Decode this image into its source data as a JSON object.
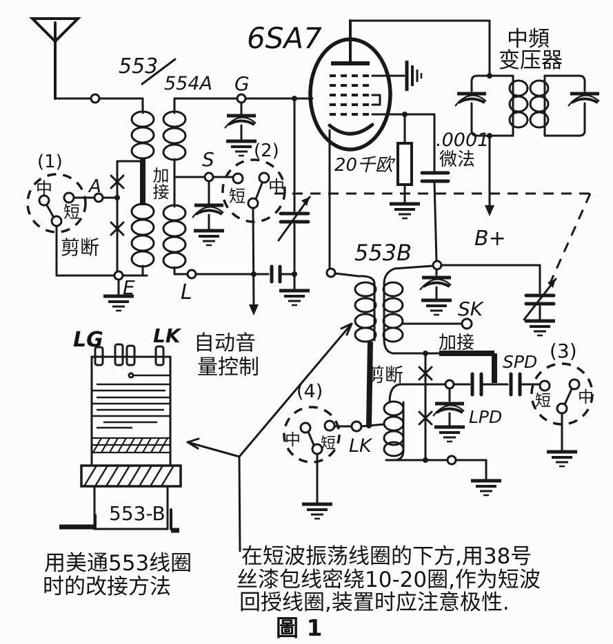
{
  "schematic": {
    "tube": "6SA7",
    "antenna_coil": {
      "model_a": "553",
      "model_b": "554A"
    },
    "if_transformer": {
      "line1": "中頻",
      "line2": "变压器"
    },
    "terminals": {
      "g": "G",
      "a": "A",
      "e": "E",
      "s": "S",
      "l": "L",
      "sk": "SK",
      "lk": "LK",
      "b_plus": "B+"
    },
    "components": {
      "grid_resistor": "20千欧",
      "grid_cap_value": ".0001",
      "grid_cap_unit": "微法",
      "osc_coil": "553B",
      "spd": "SPD",
      "lpd": "LPD"
    },
    "annotations": {
      "avc_line1": "自动音",
      "avc_line2": "量控制",
      "add_connection": "加接",
      "cut": "剪断"
    },
    "switches": {
      "sw1": {
        "id": "(1)",
        "medium": "中",
        "short": "短"
      },
      "sw2": {
        "id": "(2)",
        "medium": "中",
        "short": "短"
      },
      "sw3": {
        "id": "(3)",
        "medium": "中",
        "short": "短"
      },
      "sw4": {
        "id": "(4)",
        "medium": "中",
        "short": "短"
      }
    }
  },
  "coil_drawing": {
    "lg": "LG",
    "lk": "LK",
    "model": "553-B"
  },
  "captions": {
    "left_line1": "用美通553线圈",
    "left_line2": "时的改接方法",
    "note_line1": "在短波振荡线圈的下方,用38号",
    "note_line2": "丝漆包线密绕10-20圈,作为短波",
    "note_line3": "回授线圈,装置时应注意极性.",
    "figure": "圖 1"
  }
}
